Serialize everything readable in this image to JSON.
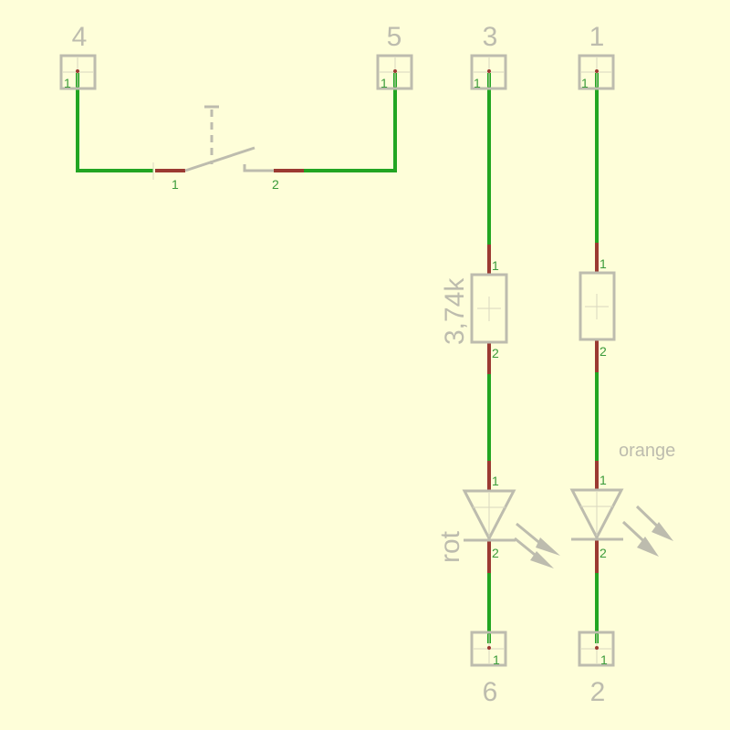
{
  "connectors": [
    {
      "label": "4",
      "pin": "1"
    },
    {
      "label": "5",
      "pin": "1"
    },
    {
      "label": "3",
      "pin": "1"
    },
    {
      "label": "1",
      "pin": "1"
    },
    {
      "label": "6",
      "pin": "1"
    },
    {
      "label": "2",
      "pin": "1"
    }
  ],
  "switch": {
    "pin1": "1",
    "pin2": "2"
  },
  "resistor_left": {
    "value": "3,74k",
    "pin1": "1",
    "pin2": "2"
  },
  "resistor_right": {
    "pin1": "1",
    "pin2": "2"
  },
  "led_left": {
    "color_label": "rot",
    "pin1": "1",
    "pin2": "2"
  },
  "led_right": {
    "color_label": "orange",
    "pin1": "1",
    "pin2": "2"
  },
  "colors": {
    "background": "#fefed9",
    "wire": "#22a522",
    "leg": "#9b3a32",
    "part": "#bdbcae"
  }
}
